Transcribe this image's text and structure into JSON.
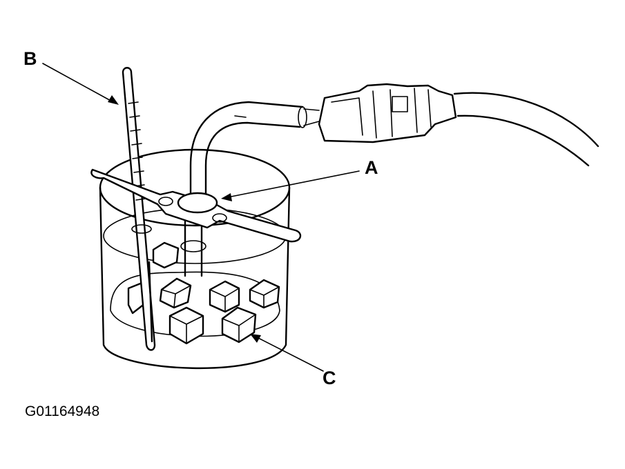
{
  "callouts": {
    "a": "A",
    "b": "B",
    "c": "C"
  },
  "figure_id": "G01164948"
}
